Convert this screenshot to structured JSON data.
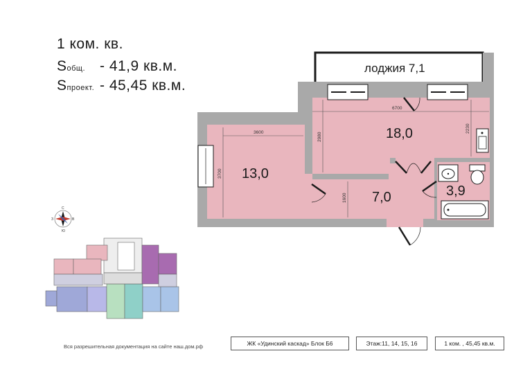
{
  "header": {
    "apartment_type": "1 ком. кв.",
    "s_total_symbol": "S",
    "s_total_sub": "общ.",
    "s_total_value": "- 41,9 кв.м.",
    "s_project_symbol": "S",
    "s_project_sub": "проект.",
    "s_project_value": "- 45,45 кв.м."
  },
  "plan": {
    "loggia_label": "лоджия 7,1",
    "rooms": {
      "living_area": "18,0",
      "bedroom_area": "13,0",
      "hall_area": "7,0",
      "bath_area": "3,9"
    },
    "dimensions": {
      "d6700": "6700",
      "d3600": "3600",
      "d2980": "2980",
      "d3700": "3700",
      "d2230": "2230",
      "d1600": "1600"
    },
    "colors": {
      "room_fill": "#e9b6be",
      "wall": "#a9a9a9",
      "outline": "#1a1a1a"
    }
  },
  "compass": {
    "n": "С",
    "s": "Ю",
    "w": "З",
    "e": "В"
  },
  "footer": {
    "docs_note": "Вся разрешительная документация на сайте наш.дом.рф",
    "complex": "ЖК «Удинский каскад» Блок Б6",
    "floors": "Этаж:11, 14, 15, 16",
    "unit": "1 ком. , 45,45 кв.м."
  }
}
